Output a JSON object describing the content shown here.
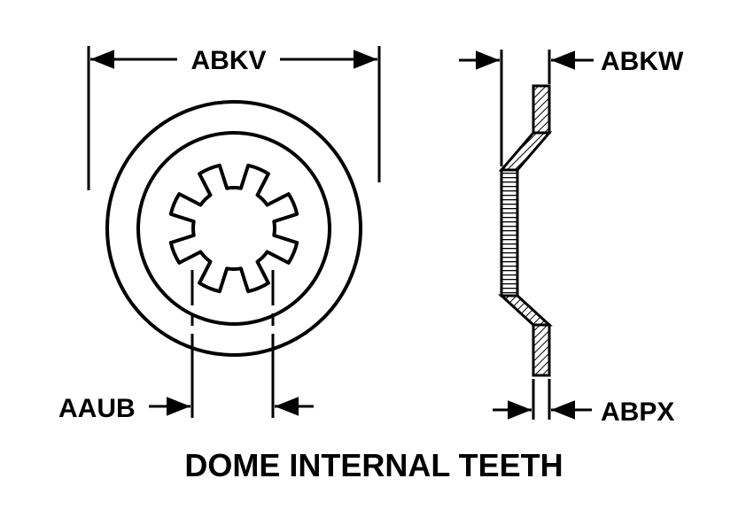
{
  "labels": {
    "outer_diameter": "ABKV",
    "overall_height": "ABKW",
    "inner_diameter": "AAUB",
    "thickness": "ABPX"
  },
  "caption": "DOME INTERNAL TEETH",
  "colors": {
    "ink": "#000000",
    "paper": "#ffffff"
  }
}
